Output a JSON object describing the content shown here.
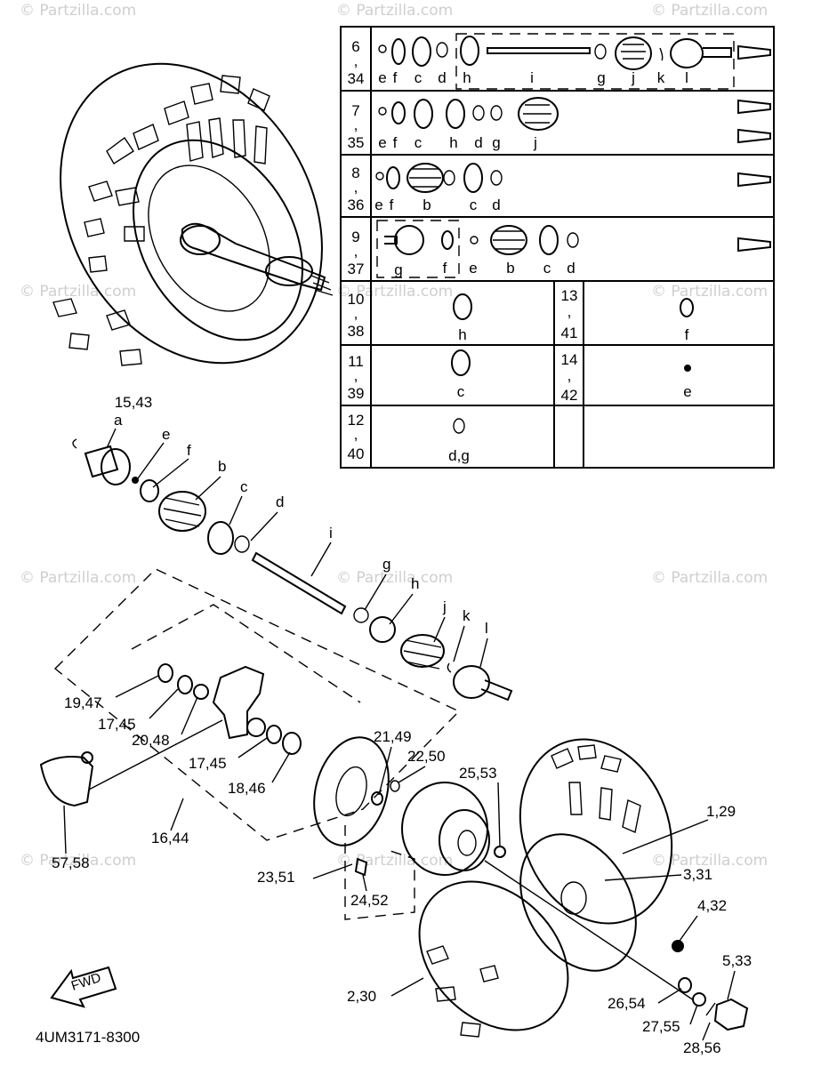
{
  "watermark": "© Partzilla.com",
  "diagram_code": "4UM3171-8300",
  "fwd_label": "FWD",
  "kit_table": {
    "rows": [
      {
        "num_top": "6",
        "sep": ",",
        "num_bottom": "34",
        "letters": [
          "e",
          "f",
          "c",
          "d",
          "h",
          "i",
          "g",
          "j",
          "k",
          "l"
        ]
      },
      {
        "num_top": "7",
        "sep": ",",
        "num_bottom": "35",
        "letters": [
          "e",
          "f",
          "c",
          "h",
          "d",
          "g",
          "j"
        ]
      },
      {
        "num_top": "8",
        "sep": ",",
        "num_bottom": "36",
        "letters": [
          "e",
          "f",
          "b",
          "c",
          "d"
        ]
      },
      {
        "num_top": "9",
        "sep": ",",
        "num_bottom": "37",
        "letters": [
          "g",
          "f",
          "e",
          "b",
          "c",
          "d"
        ]
      }
    ],
    "small_rows": [
      {
        "num_top": "10",
        "sep": ",",
        "num_bottom": "38",
        "letter": "h"
      },
      {
        "num_top": "13",
        "sep": ",",
        "num_bottom": "41",
        "letter": "f"
      },
      {
        "num_top": "11",
        "sep": ",",
        "num_bottom": "39",
        "letter": "c"
      },
      {
        "num_top": "14",
        "sep": ",",
        "num_bottom": "42",
        "letter": "e"
      },
      {
        "num_top": "12",
        "sep": ",",
        "num_bottom": "40",
        "letter": "d,g"
      }
    ]
  },
  "axle_letters": {
    "a": "a",
    "e": "e",
    "f": "f",
    "b": "b",
    "c": "c",
    "d": "d",
    "i": "i",
    "g": "g",
    "h": "h",
    "j": "j",
    "k": "k",
    "l": "l"
  },
  "callouts": {
    "c15_43": "15,43",
    "c19_47": "19,47",
    "c17_45a": "17,45",
    "c20_48": "20,48",
    "c17_45b": "17,45",
    "c18_46": "18,46",
    "c16_44": "16,44",
    "c57_58": "57,58",
    "c21_49": "21,49",
    "c22_50": "22,50",
    "c25_53": "25,53",
    "c1_29": "1,29",
    "c3_31": "3,31",
    "c4_32": "4,32",
    "c5_33": "5,33",
    "c23_51": "23,51",
    "c24_52": "24,52",
    "c2_30": "2,30",
    "c26_54": "26,54",
    "c27_55": "27,55",
    "c28_56": "28,56"
  },
  "colors": {
    "ink": "#000000",
    "paper": "#ffffff",
    "watermark": "#cfcfcf"
  }
}
